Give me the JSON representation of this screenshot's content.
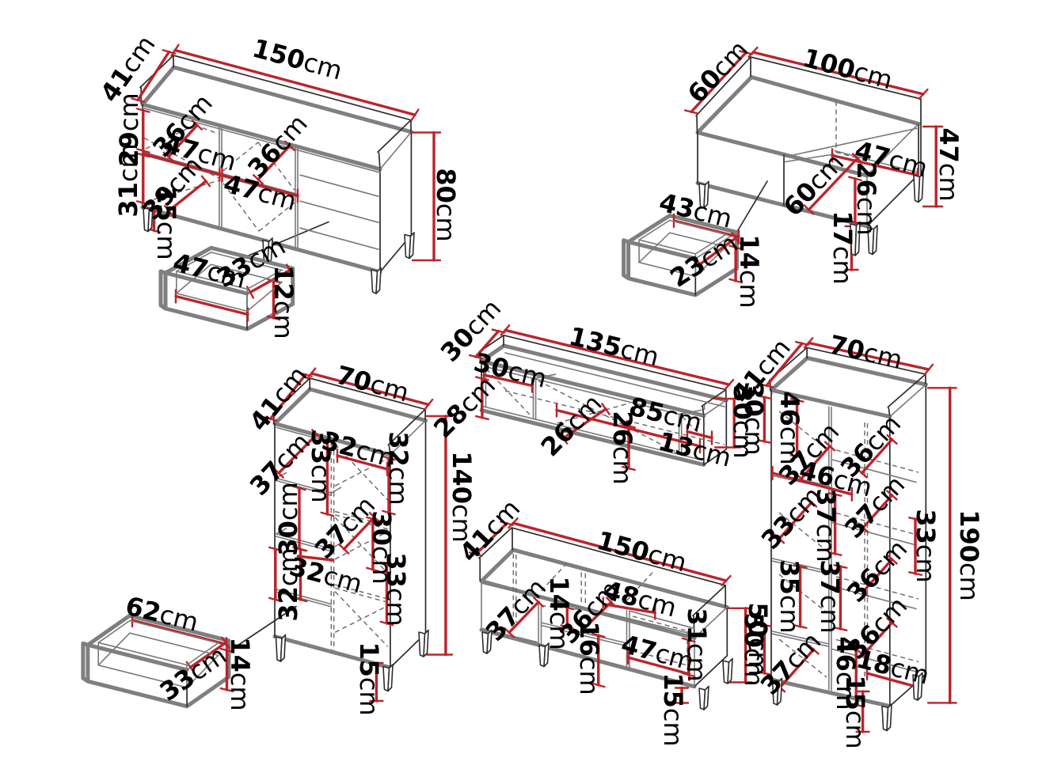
{
  "title": "furniture-dimensions-diagram",
  "unit": "cm",
  "colors": {
    "dimension_red": "#bb242b",
    "outline": "#2d2d2d",
    "panel_gray": "#7f7f7f",
    "background": "#ffffff",
    "text": "#000000"
  },
  "pieces": [
    {
      "name": "sideboard",
      "overall": {
        "width": "150cm",
        "depth": "41cm",
        "height": "80cm"
      },
      "labels": [
        {
          "text": "41cm"
        },
        {
          "text": "150cm"
        },
        {
          "text": "29cm"
        },
        {
          "text": "31cm"
        },
        {
          "text": "36cm"
        },
        {
          "text": "47cm"
        },
        {
          "text": "36cm"
        },
        {
          "text": "47cm"
        },
        {
          "text": "39cm"
        },
        {
          "text": "15cm"
        },
        {
          "text": "80cm"
        }
      ]
    },
    {
      "name": "sideboard-drawer",
      "overall": {
        "width": "47cm",
        "depth": "33cm",
        "height": "12cm"
      },
      "labels": [
        {
          "text": "47cm"
        },
        {
          "text": "33cm"
        },
        {
          "text": "12cm"
        }
      ]
    },
    {
      "name": "coffee-table",
      "overall": {
        "width": "100cm",
        "depth": "60cm",
        "height": "47cm"
      },
      "labels": [
        {
          "text": "60cm"
        },
        {
          "text": "100cm"
        },
        {
          "text": "47cm"
        },
        {
          "text": "60cm"
        },
        {
          "text": "26cm"
        },
        {
          "text": "47cm"
        },
        {
          "text": "17cm"
        }
      ]
    },
    {
      "name": "coffee-table-drawer",
      "overall": {
        "width": "43cm",
        "depth": "23cm",
        "height": "14cm"
      },
      "labels": [
        {
          "text": "43cm"
        },
        {
          "text": "23cm"
        },
        {
          "text": "14cm"
        }
      ]
    },
    {
      "name": "wall-shelf",
      "overall": {
        "width": "135cm",
        "depth": "30cm",
        "height": "30cm"
      },
      "labels": [
        {
          "text": "30cm"
        },
        {
          "text": "135cm"
        },
        {
          "text": "30cm"
        },
        {
          "text": "28cm"
        },
        {
          "text": "26cm"
        },
        {
          "text": "26cm"
        },
        {
          "text": "85cm"
        },
        {
          "text": "13cm"
        },
        {
          "text": "30cm"
        }
      ]
    },
    {
      "name": "highboard",
      "overall": {
        "width": "70cm",
        "depth": "41cm",
        "height": "140cm"
      },
      "labels": [
        {
          "text": "41cm"
        },
        {
          "text": "70cm"
        },
        {
          "text": "37cm"
        },
        {
          "text": "33cm"
        },
        {
          "text": "32cm"
        },
        {
          "text": "32cm"
        },
        {
          "text": "30cm"
        },
        {
          "text": "37cm"
        },
        {
          "text": "30cm"
        },
        {
          "text": "32cm"
        },
        {
          "text": "32cm"
        },
        {
          "text": "33cm"
        },
        {
          "text": "140cm"
        },
        {
          "text": "15cm"
        }
      ]
    },
    {
      "name": "highboard-drawer",
      "overall": {
        "width": "62cm",
        "depth": "33cm",
        "height": "14cm"
      },
      "labels": [
        {
          "text": "62cm"
        },
        {
          "text": "33cm"
        },
        {
          "text": "14cm"
        }
      ]
    },
    {
      "name": "tv-stand",
      "overall": {
        "width": "150cm",
        "depth": "41cm",
        "height": "50cm"
      },
      "labels": [
        {
          "text": "41cm"
        },
        {
          "text": "150cm"
        },
        {
          "text": "37cm"
        },
        {
          "text": "14cm"
        },
        {
          "text": "36cm"
        },
        {
          "text": "48cm"
        },
        {
          "text": "16cm"
        },
        {
          "text": "47cm"
        },
        {
          "text": "31cm"
        },
        {
          "text": "50cm"
        },
        {
          "text": "15cm"
        }
      ]
    },
    {
      "name": "bookcase",
      "overall": {
        "width": "70cm",
        "depth": "41cm",
        "height": "190cm"
      },
      "labels": [
        {
          "text": "41cm"
        },
        {
          "text": "70cm"
        },
        {
          "text": "30cm"
        },
        {
          "text": "46cm"
        },
        {
          "text": "37cm"
        },
        {
          "text": "36cm"
        },
        {
          "text": "46cm"
        },
        {
          "text": "33cm"
        },
        {
          "text": "37cm"
        },
        {
          "text": "37cm"
        },
        {
          "text": "33cm"
        },
        {
          "text": "35cm"
        },
        {
          "text": "37cm"
        },
        {
          "text": "36cm"
        },
        {
          "text": "37cm"
        },
        {
          "text": "46cm"
        },
        {
          "text": "36cm"
        },
        {
          "text": "18cm"
        },
        {
          "text": "50cm"
        },
        {
          "text": "190cm"
        },
        {
          "text": "15cm"
        }
      ]
    }
  ]
}
